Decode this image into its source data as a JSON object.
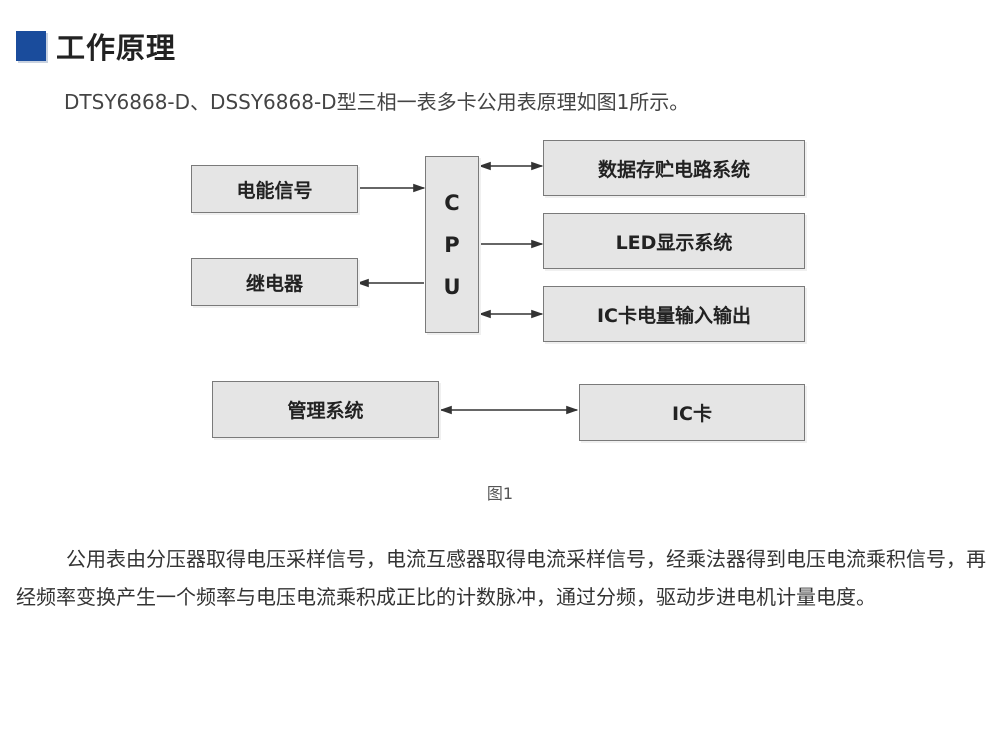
{
  "heading": {
    "title": "工作原理",
    "accent_color": "#1a4c9c"
  },
  "intro": "DTSY6868-D、DSSY6868-D型三相一表多卡公用表原理如图1所示。",
  "diagram": {
    "energy_signal": "电能信号",
    "relay": "继电器",
    "cpu": [
      "C",
      "P",
      "U"
    ],
    "data_storage": "数据存贮电路系统",
    "led_display": "LED显示系统",
    "ic_io": "IC卡电量输入输出",
    "management": "管理系统",
    "ic_card": "IC卡",
    "caption": "图1"
  },
  "paragraph": "公用表由分压器取得电压采样信号，电流互感器取得电流采样信号，经乘法器得到电压电流乘积信号，再经频率变换产生一个频率与电压电流乘积成正比的计数脉冲，通过分频，驱动步进电机计量电度。"
}
